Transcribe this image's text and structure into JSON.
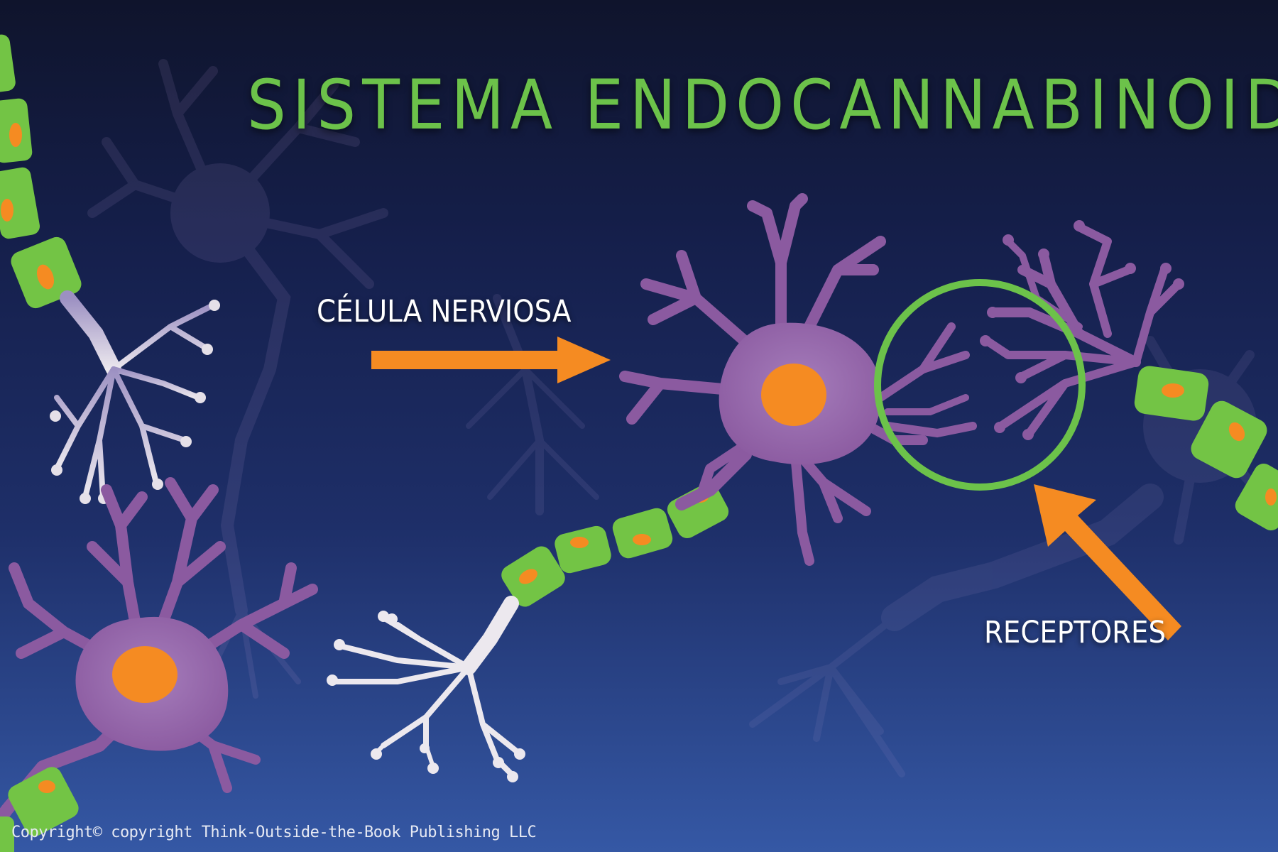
{
  "title": "SISTEMA ENDOCANNABINOIDE",
  "labels": {
    "nerve_cell": "CÉLULA NERVIOSA",
    "receptors": "RECEPTORES"
  },
  "copyright": "Copyright© copyright Think-Outside-the-Book Publishing LLC",
  "colors": {
    "title": "#6cc24a",
    "arrow": "#f58b22",
    "receptor_ring": "#6cc24a",
    "soma": "#8b5aa0",
    "nucleus": "#f58b22",
    "myelin": "#73c445",
    "axon_terminal": "#e5e0e8",
    "background_top": "#0f142c",
    "background_bottom": "#3558a5"
  },
  "icons": {
    "arrows": "orange-arrow",
    "ring": "green-circle",
    "cells": "neuron"
  }
}
